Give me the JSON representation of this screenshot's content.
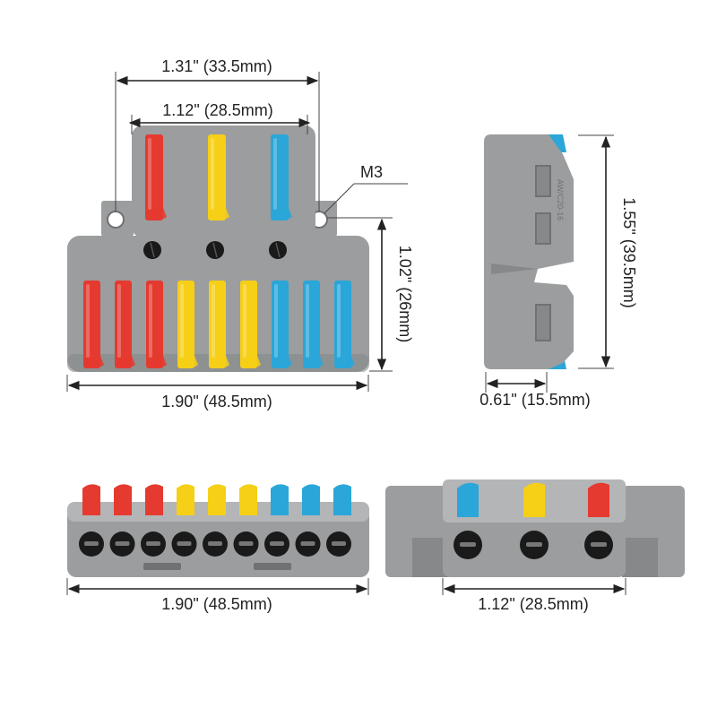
{
  "dimensions": {
    "top_outer_width": "1.31\" (33.5mm)",
    "top_inner_width": "1.12\" (28.5mm)",
    "screw": "M3",
    "body_height": "1.02\" (26mm)",
    "body_width": "1.90\" (48.5mm)",
    "side_height": "1.55\" (39.5mm)",
    "side_depth": "0.61\" (15.5mm)",
    "front_width": "1.90\" (48.5mm)",
    "end_width": "1.12\" (28.5mm)"
  },
  "side_label": "AW/C20-16",
  "colors": {
    "housing": "#9b9d9f",
    "housing_dark": "#86888a",
    "housing_light": "#b3b5b7",
    "red": "#e53a2f",
    "yellow": "#f6cf17",
    "blue": "#2aa6d8",
    "hole": "#1a1a1a"
  },
  "input_levers": [
    "red",
    "yellow",
    "blue"
  ],
  "output_levers": [
    "red",
    "red",
    "red",
    "yellow",
    "yellow",
    "yellow",
    "blue",
    "blue",
    "blue"
  ],
  "end_levers": [
    "blue",
    "yellow",
    "red"
  ]
}
